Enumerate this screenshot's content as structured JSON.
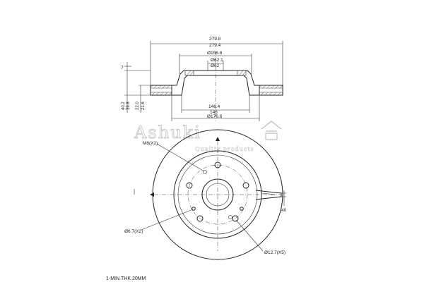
{
  "section_view": {
    "dims": {
      "outer_max": "279.8",
      "outer_min": "279.4",
      "hat_diameter": "Ø156.8",
      "bore_max": "Ø62.1",
      "bore_min": "Ø62",
      "inner_a": "146.4",
      "inner_b": "146",
      "inner_c": "Ø176.6",
      "offset": "7",
      "height_a": "40.2",
      "height_b": "39.8",
      "thick_a": "22.0",
      "thick_b": "21.6"
    }
  },
  "front_view": {
    "callouts": {
      "thread": "M8(X2)",
      "small_holes": "Ø6.7(X2)",
      "bolt_holes": "Ø12.7(X5)",
      "vent": "40"
    }
  },
  "watermark": {
    "brand": "Ashuki",
    "tagline": "Quality products"
  },
  "note": "1-MIN.THK.20MM"
}
